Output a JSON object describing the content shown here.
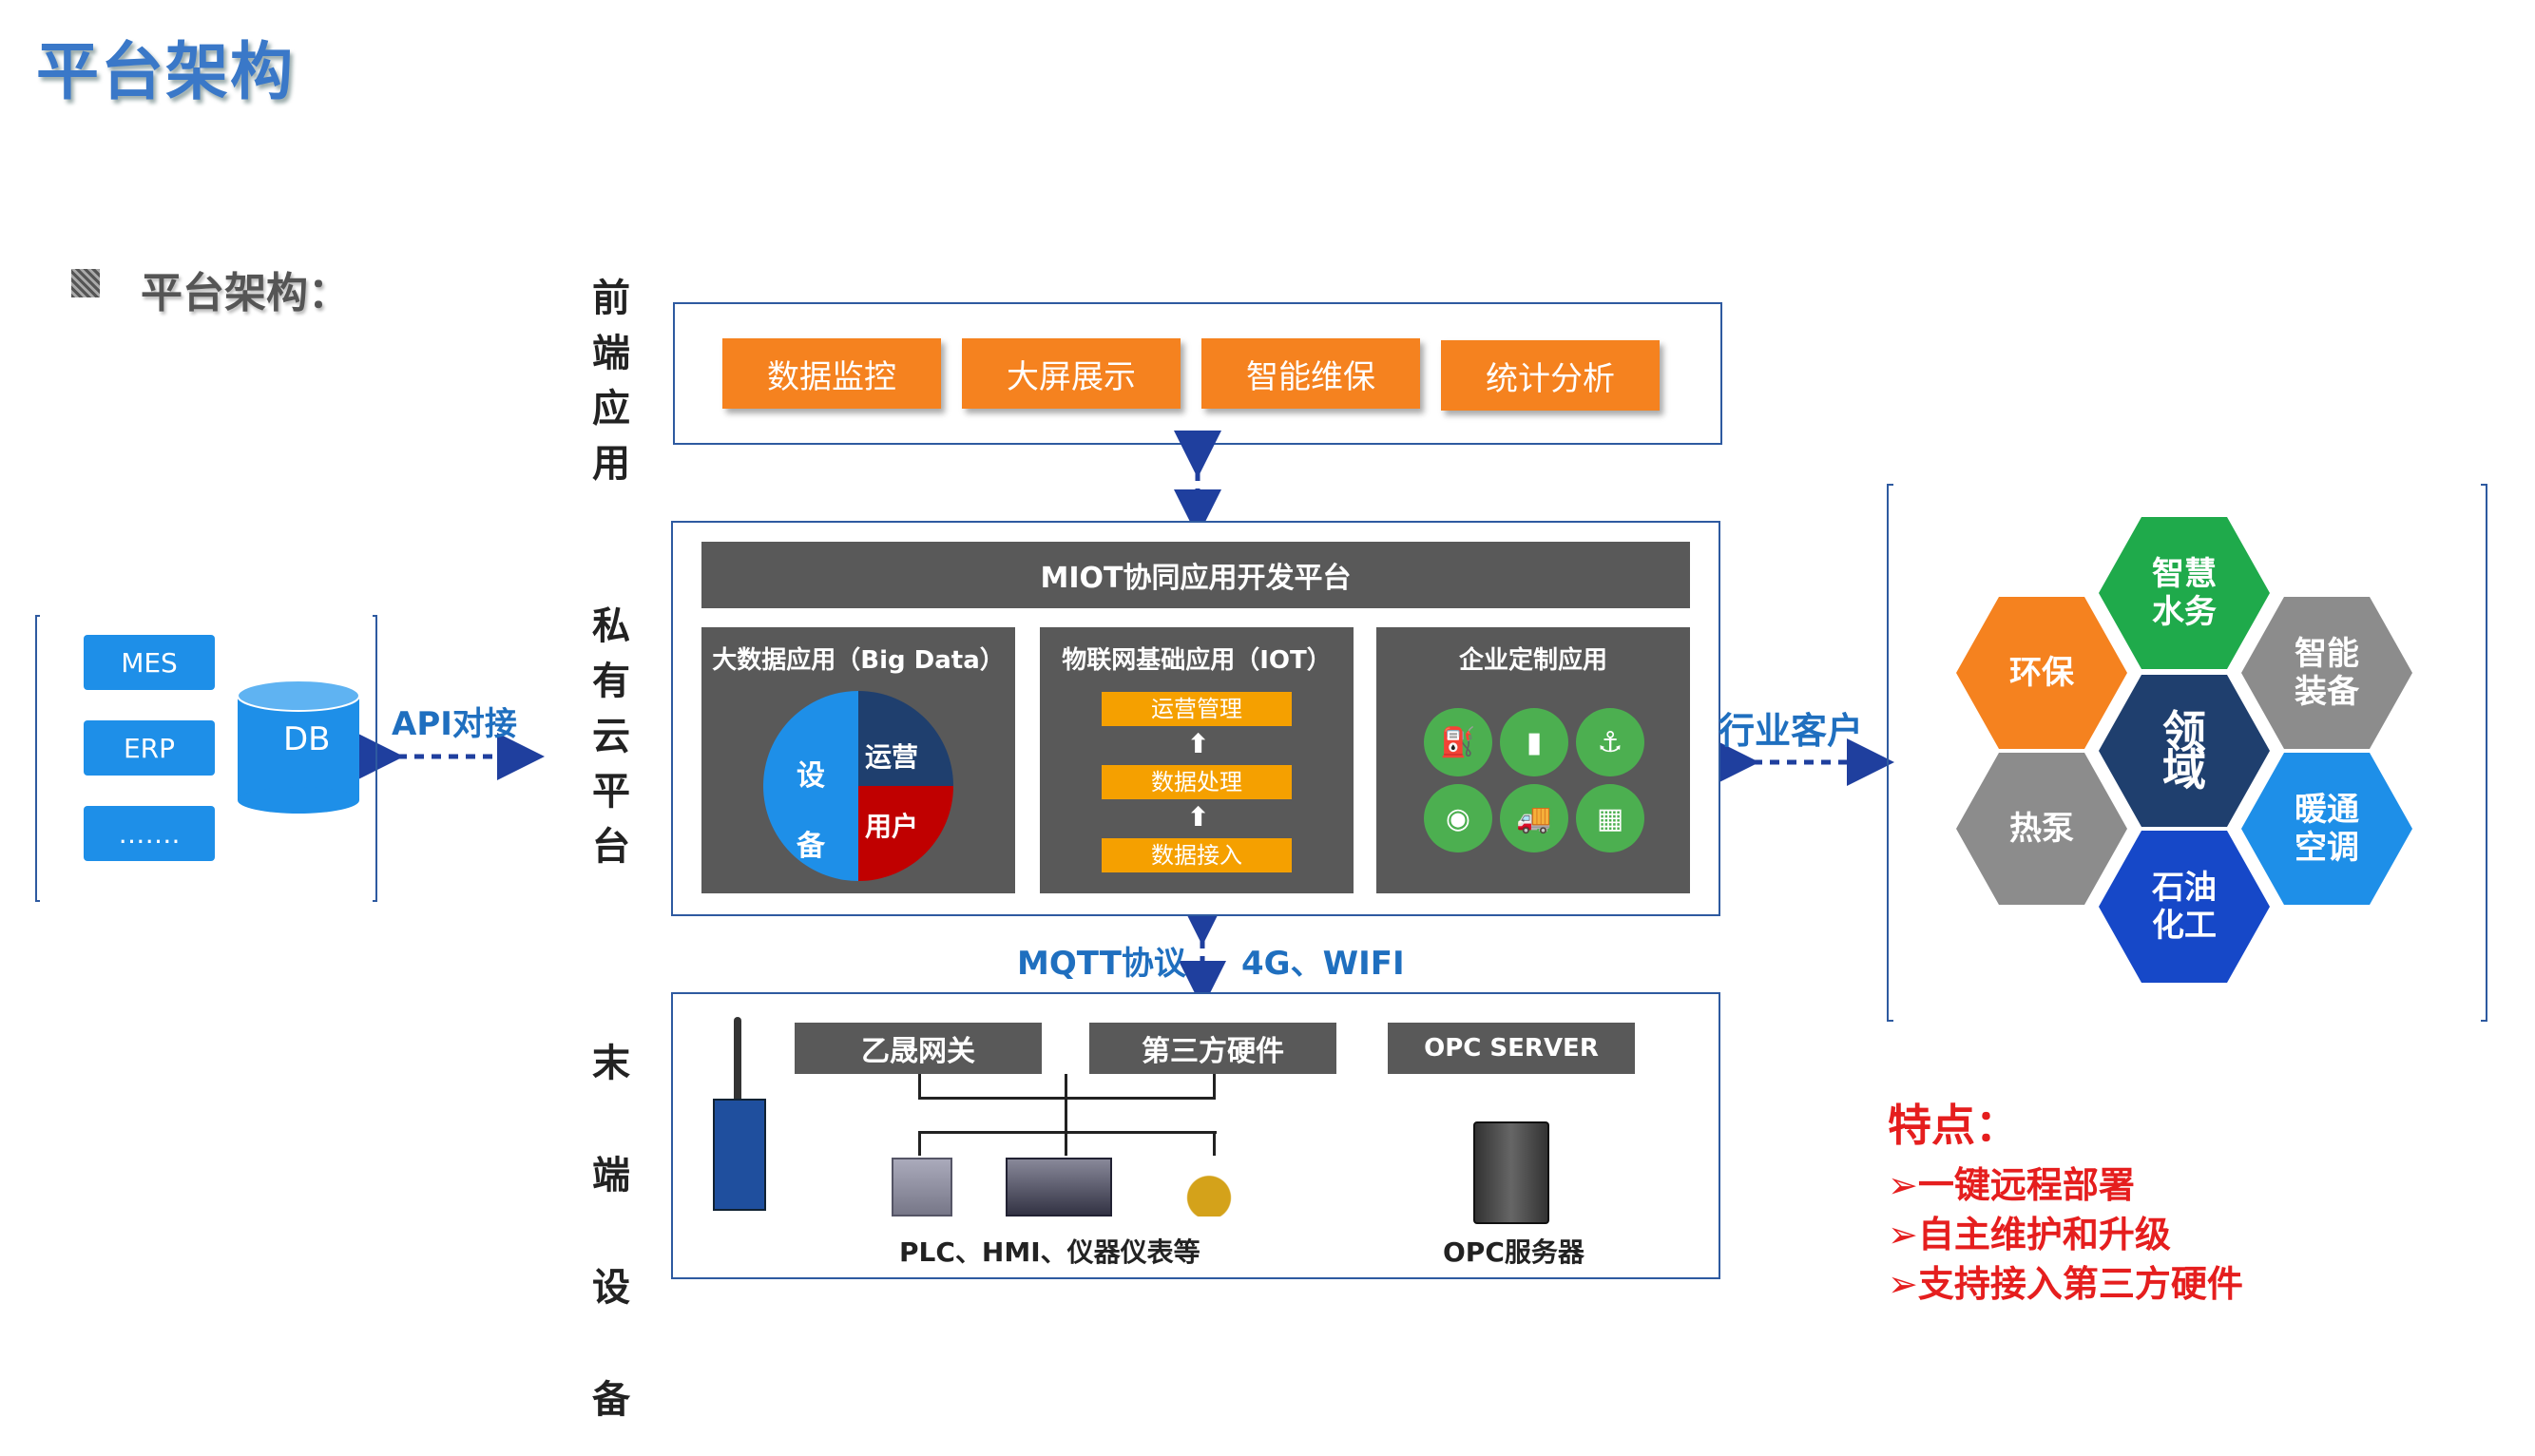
{
  "page_title": "平台架构",
  "section_label": "平台架构：",
  "layers": {
    "front": "前端应用",
    "cloud": "私有云平台",
    "device": "末端设备"
  },
  "front_buttons": [
    "数据监控",
    "大屏展示",
    "智能维保",
    "统计分析"
  ],
  "platform": {
    "title": "MIOT协同应用开发平台",
    "bigdata": {
      "header": "大数据应用（Big Data）",
      "pie": {
        "left": "设备",
        "top_right": "运营",
        "bottom_right": "用户"
      },
      "colors": {
        "left": "#1e8fe8",
        "top_right": "#1f3f6e",
        "bottom_right": "#c00000"
      }
    },
    "iot": {
      "header": "物联网基础应用（IOT）",
      "steps": [
        "运营管理",
        "数据处理",
        "数据接入"
      ]
    },
    "enterprise": {
      "header": "企业定制应用",
      "icons": [
        "oil-pump-icon",
        "barrel-icon",
        "oil-rig-icon",
        "tank-icon",
        "tanker-truck-icon",
        "refinery-icon"
      ]
    }
  },
  "connectors": {
    "mqtt": "MQTT协议",
    "network": "4G、WIFI",
    "api": "API对接",
    "industry": "行业客户"
  },
  "devices": {
    "gateway": "乙晟网关",
    "third_party": "第三方硬件",
    "opc_server": "OPC SERVER",
    "plc_caption": "PLC、HMI、仪器仪表等",
    "opc_caption": "OPC服务器"
  },
  "external_systems": {
    "items": [
      "MES",
      "ERP",
      "……."
    ],
    "db": "DB"
  },
  "domains": {
    "center": "领域",
    "items": [
      {
        "label": "智慧水务",
        "color": "#1faa4b"
      },
      {
        "label": "环保",
        "color": "#f5821f"
      },
      {
        "label": "智能装备",
        "color": "#8c8c8c"
      },
      {
        "label": "热泵",
        "color": "#8c8c8c"
      },
      {
        "label": "暖通空调",
        "color": "#1e8fe8"
      },
      {
        "label": "石油化工",
        "color": "#1648c8"
      }
    ],
    "center_color": "#1f3f6e"
  },
  "features": {
    "title": "特点：",
    "items": [
      "➢一键远程部署",
      "➢自主维护和升级",
      "➢支持接入第三方硬件"
    ]
  }
}
